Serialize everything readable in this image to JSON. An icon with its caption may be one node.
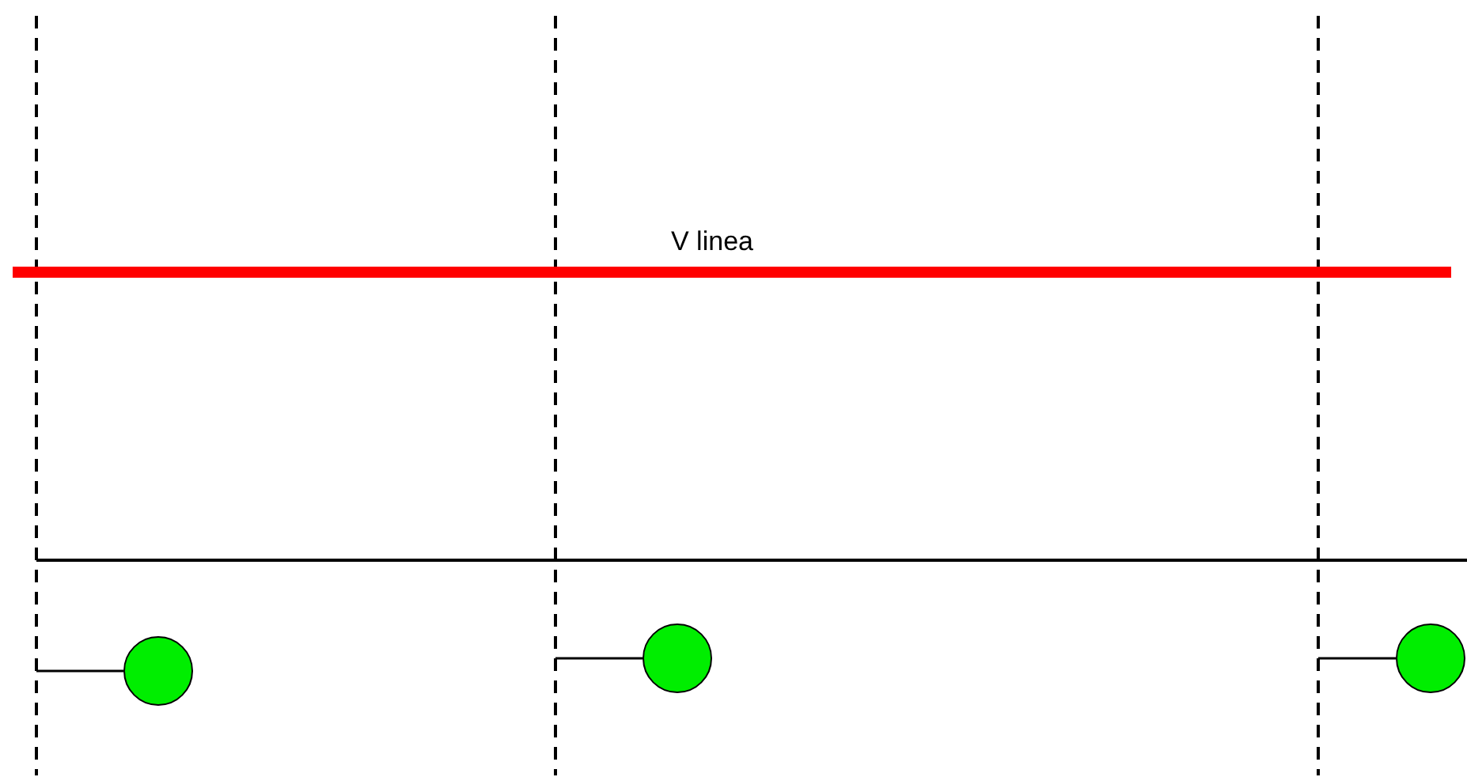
{
  "diagram": {
    "nodes": [
      {
        "text": [],
        "shape": "circle"
      },
      {
        "text": [],
        "shape": "circle"
      },
      {
        "text": [],
        "shape": "circle"
      }
    ],
    "edges": [
      {
        "from": null,
        "to": 0,
        "arrow": "none"
      },
      {
        "from": null,
        "to": 1,
        "arrow": "none"
      },
      {
        "from": null,
        "to": 2,
        "arrow": "none"
      }
    ],
    "labels": [
      "V linea"
    ]
  }
}
